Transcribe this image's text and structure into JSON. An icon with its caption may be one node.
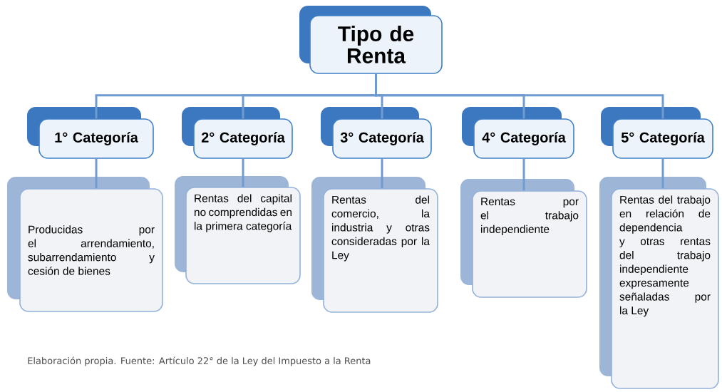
{
  "diagram": {
    "caption": "Elaboración propia. Fuente: Artículo 22° de la Ley del Impuesto a la Renta",
    "nodes": [
      {
        "text": [
          "Tipo de Renta"
        ]
      },
      {
        "text": [
          "1° Categoría"
        ]
      },
      {
        "text": [
          "2° Categoría"
        ]
      },
      {
        "text": [
          "3° Categoría"
        ]
      },
      {
        "text": [
          "4° Categoría"
        ]
      },
      {
        "text": [
          "5° Categoría"
        ]
      },
      {
        "text": [
          "Producidas por el arrendamiento, subarrendamiento y cesión de bienes"
        ]
      },
      {
        "text": [
          "Rentas del capital no comprendidas en la primera categoría"
        ]
      },
      {
        "text": [
          "Rentas del comercio, la industria y otras consideradas por la Ley"
        ]
      },
      {
        "text": [
          "Rentas por el trabajo independiente"
        ]
      },
      {
        "text": [
          "Rentas del trabajo en relación de dependencia y otras rentas del trabajo independiente expresamente señaladas por la Ley"
        ]
      }
    ],
    "edges": [
      {
        "from": 0,
        "to": 1,
        "arrow": "none"
      },
      {
        "from": 0,
        "to": 2,
        "arrow": "none"
      },
      {
        "from": 0,
        "to": 3,
        "arrow": "none"
      },
      {
        "from": 0,
        "to": 4,
        "arrow": "none"
      },
      {
        "from": 0,
        "to": 5,
        "arrow": "none"
      },
      {
        "from": 1,
        "to": 6,
        "arrow": "none"
      },
      {
        "from": 2,
        "to": 7,
        "arrow": "none"
      },
      {
        "from": 3,
        "to": 8,
        "arrow": "none"
      },
      {
        "from": 4,
        "to": 9,
        "arrow": "none"
      },
      {
        "from": 5,
        "to": 10,
        "arrow": "none"
      }
    ]
  }
}
